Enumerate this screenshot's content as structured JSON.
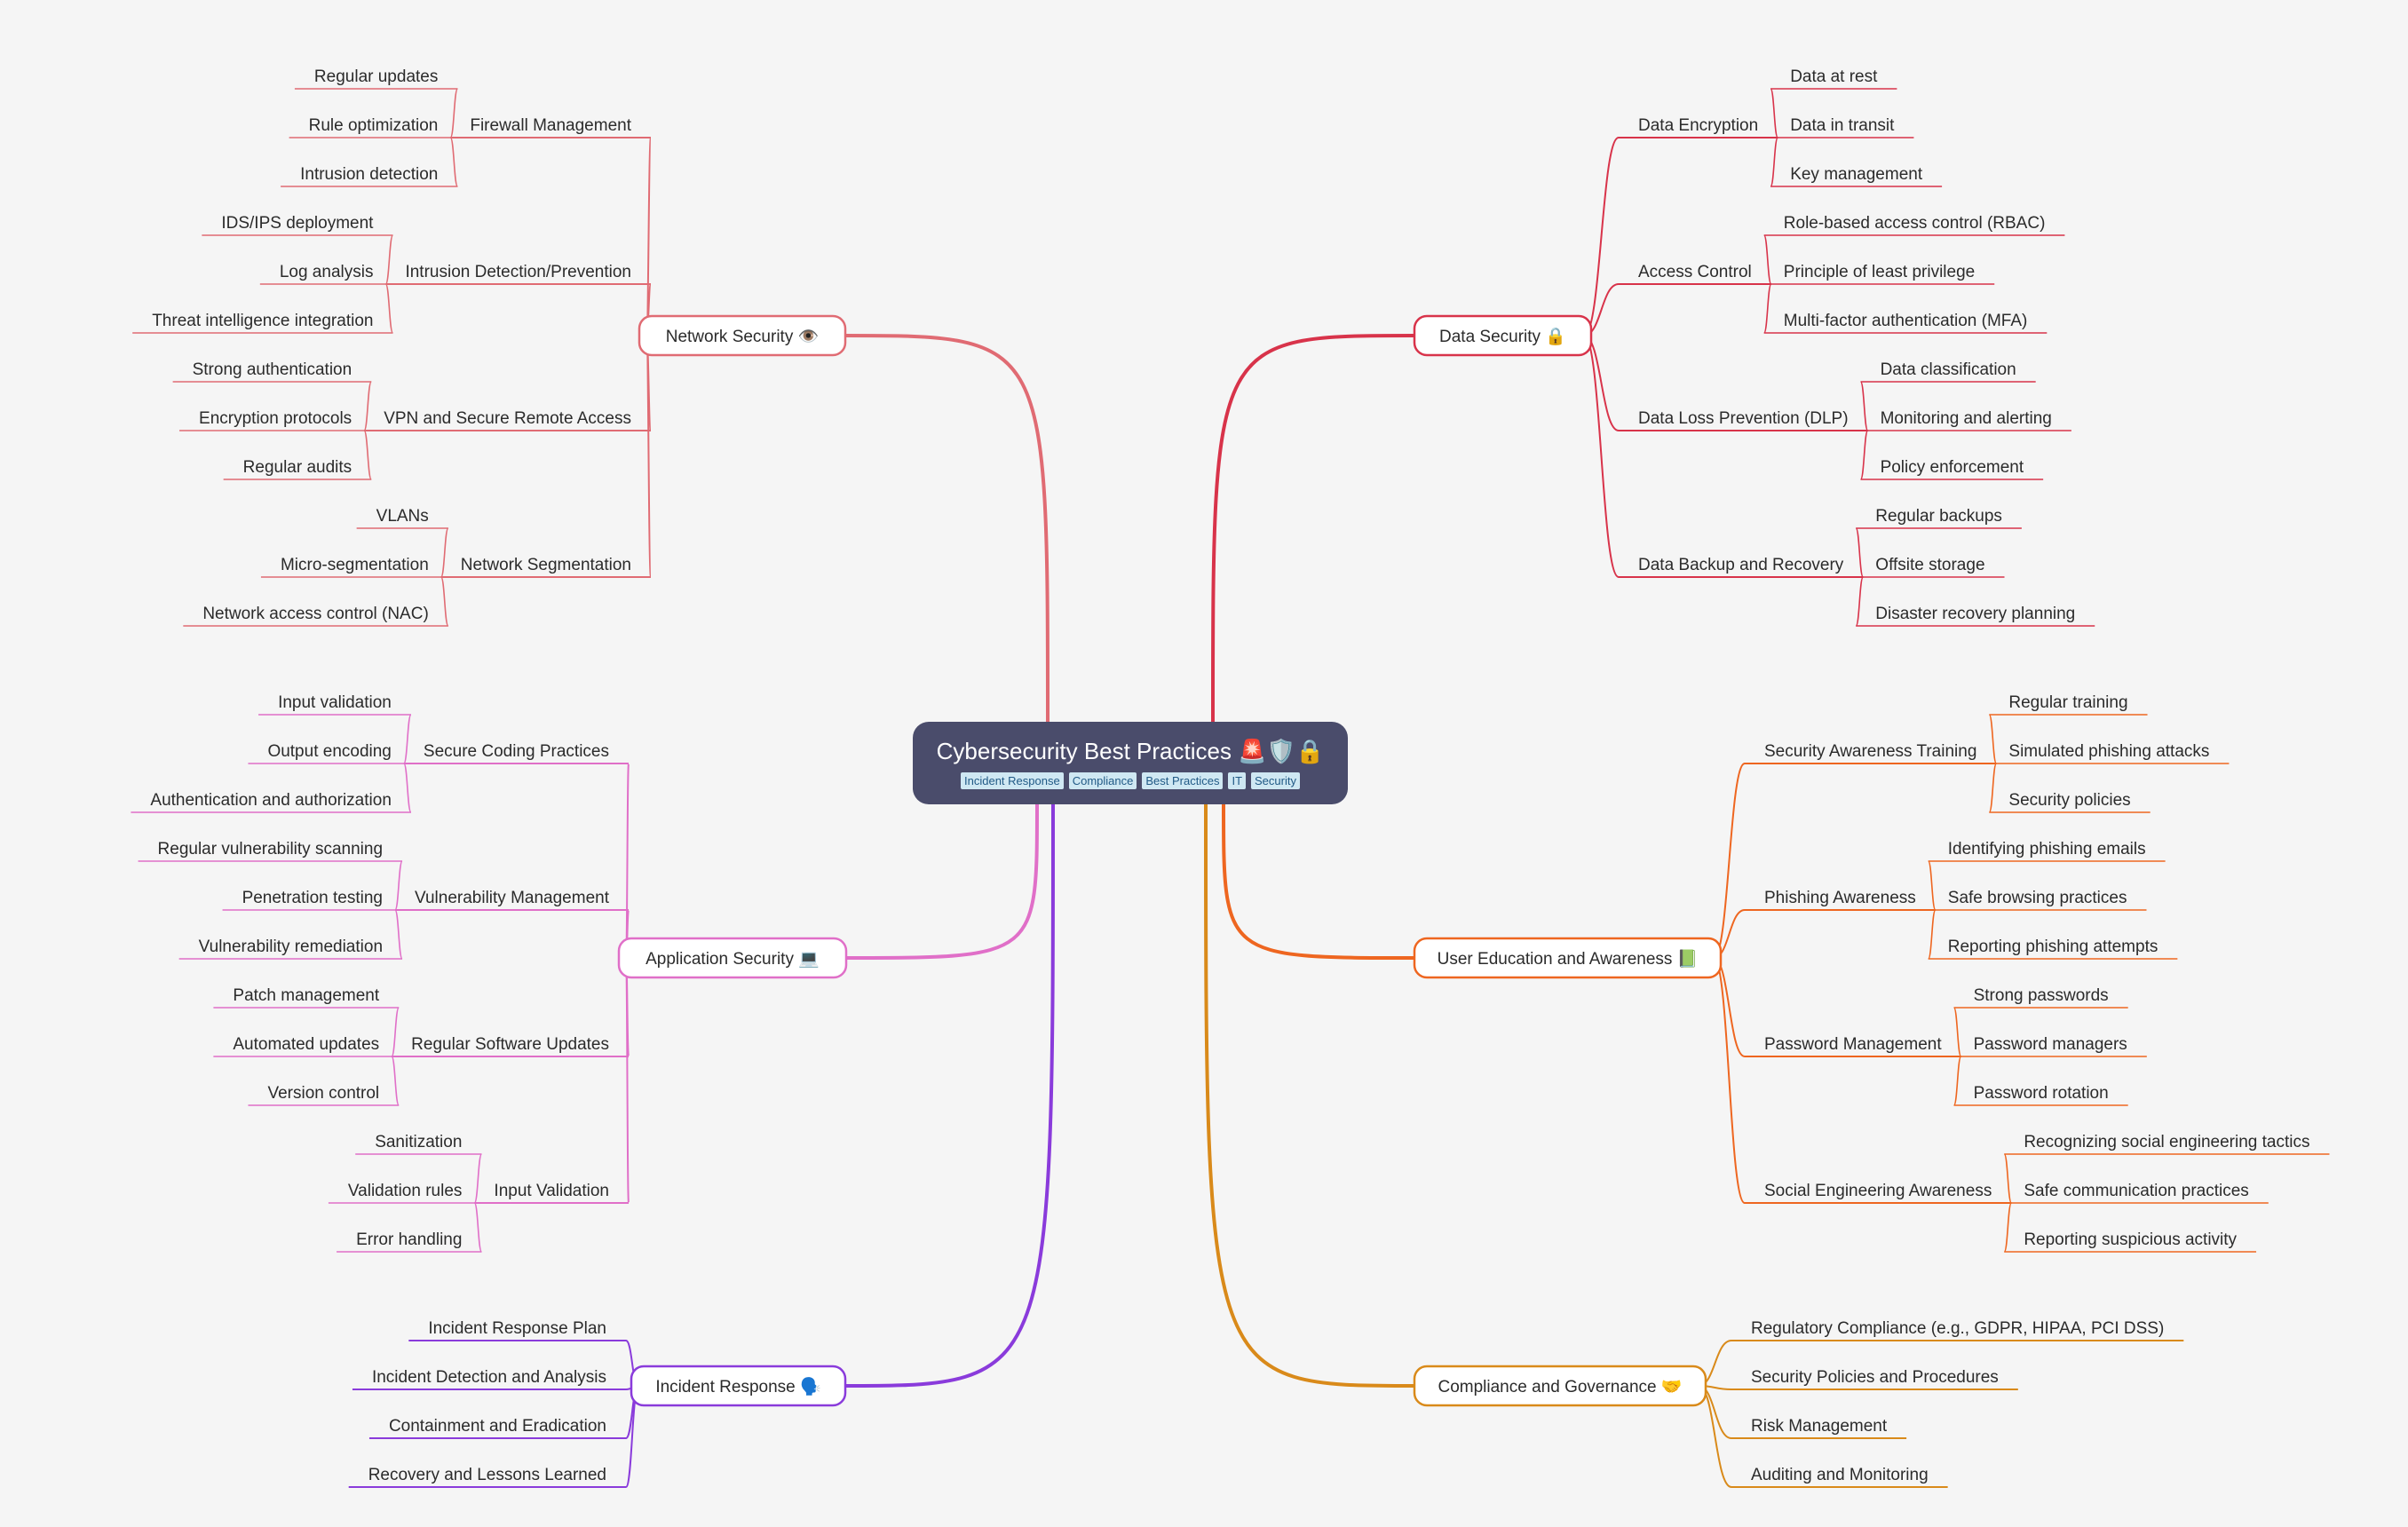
{
  "root": {
    "title": "Cybersecurity Best Practices 🚨🛡️🔒",
    "tags": [
      "Incident Response",
      "Compliance",
      "Best Practices",
      "IT",
      "Security"
    ]
  },
  "colors": {
    "network": "#e06b73",
    "application": "#e06fc8",
    "incident": "#8a3bdb",
    "data": "#d8334a",
    "education": "#ee6620",
    "compliance": "#d98a1a"
  },
  "branches": [
    {
      "key": "network",
      "side": "left",
      "label": "Network Security 👁️",
      "children": [
        {
          "label": "Firewall Management",
          "children": [
            "Regular updates",
            "Rule optimization",
            "Intrusion detection"
          ]
        },
        {
          "label": "Intrusion Detection/Prevention",
          "children": [
            "IDS/IPS deployment",
            "Log analysis",
            "Threat intelligence integration"
          ]
        },
        {
          "label": "VPN and Secure Remote Access",
          "children": [
            "Strong authentication",
            "Encryption protocols",
            "Regular audits"
          ]
        },
        {
          "label": "Network Segmentation",
          "children": [
            "VLANs",
            "Micro-segmentation",
            "Network access control (NAC)"
          ]
        }
      ]
    },
    {
      "key": "application",
      "side": "left",
      "label": "Application Security 💻",
      "children": [
        {
          "label": "Secure Coding Practices",
          "children": [
            "Input validation",
            "Output encoding",
            "Authentication and authorization"
          ]
        },
        {
          "label": "Vulnerability Management",
          "children": [
            "Regular vulnerability scanning",
            "Penetration testing",
            "Vulnerability remediation"
          ]
        },
        {
          "label": "Regular Software Updates",
          "children": [
            "Patch management",
            "Automated updates",
            "Version control"
          ]
        },
        {
          "label": "Input Validation",
          "children": [
            "Sanitization",
            "Validation rules",
            "Error handling"
          ]
        }
      ]
    },
    {
      "key": "incident",
      "side": "left",
      "label": "Incident Response 🗣️",
      "children": [
        {
          "label": "Incident Response Plan",
          "children": []
        },
        {
          "label": "Incident Detection and Analysis",
          "children": []
        },
        {
          "label": "Containment and Eradication",
          "children": []
        },
        {
          "label": "Recovery and Lessons Learned",
          "children": []
        }
      ]
    },
    {
      "key": "data",
      "side": "right",
      "label": "Data Security 🔒",
      "children": [
        {
          "label": "Data Encryption",
          "children": [
            "Data at rest",
            "Data in transit",
            "Key management"
          ]
        },
        {
          "label": "Access Control",
          "children": [
            "Role-based access control (RBAC)",
            "Principle of least privilege",
            "Multi-factor authentication (MFA)"
          ]
        },
        {
          "label": "Data Loss Prevention (DLP)",
          "children": [
            "Data classification",
            "Monitoring and alerting",
            "Policy enforcement"
          ]
        },
        {
          "label": "Data Backup and Recovery",
          "children": [
            "Regular backups",
            "Offsite storage",
            "Disaster recovery planning"
          ]
        }
      ]
    },
    {
      "key": "education",
      "side": "right",
      "label": "User Education and Awareness 📗",
      "children": [
        {
          "label": "Security Awareness Training",
          "children": [
            "Regular training",
            "Simulated phishing attacks",
            "Security policies"
          ]
        },
        {
          "label": "Phishing Awareness",
          "children": [
            "Identifying phishing emails",
            "Safe browsing practices",
            "Reporting phishing attempts"
          ]
        },
        {
          "label": "Password Management",
          "children": [
            "Strong passwords",
            "Password managers",
            "Password rotation"
          ]
        },
        {
          "label": "Social Engineering Awareness",
          "children": [
            "Recognizing social engineering tactics",
            "Safe communication practices",
            "Reporting suspicious activity"
          ]
        }
      ]
    },
    {
      "key": "compliance",
      "side": "right",
      "label": "Compliance and Governance 🤝",
      "children": [
        {
          "label": "Regulatory Compliance (e.g., GDPR, HIPAA, PCI DSS)",
          "children": []
        },
        {
          "label": "Security Policies and Procedures",
          "children": []
        },
        {
          "label": "Risk Management",
          "children": []
        },
        {
          "label": "Auditing and Monitoring",
          "children": []
        }
      ]
    }
  ]
}
